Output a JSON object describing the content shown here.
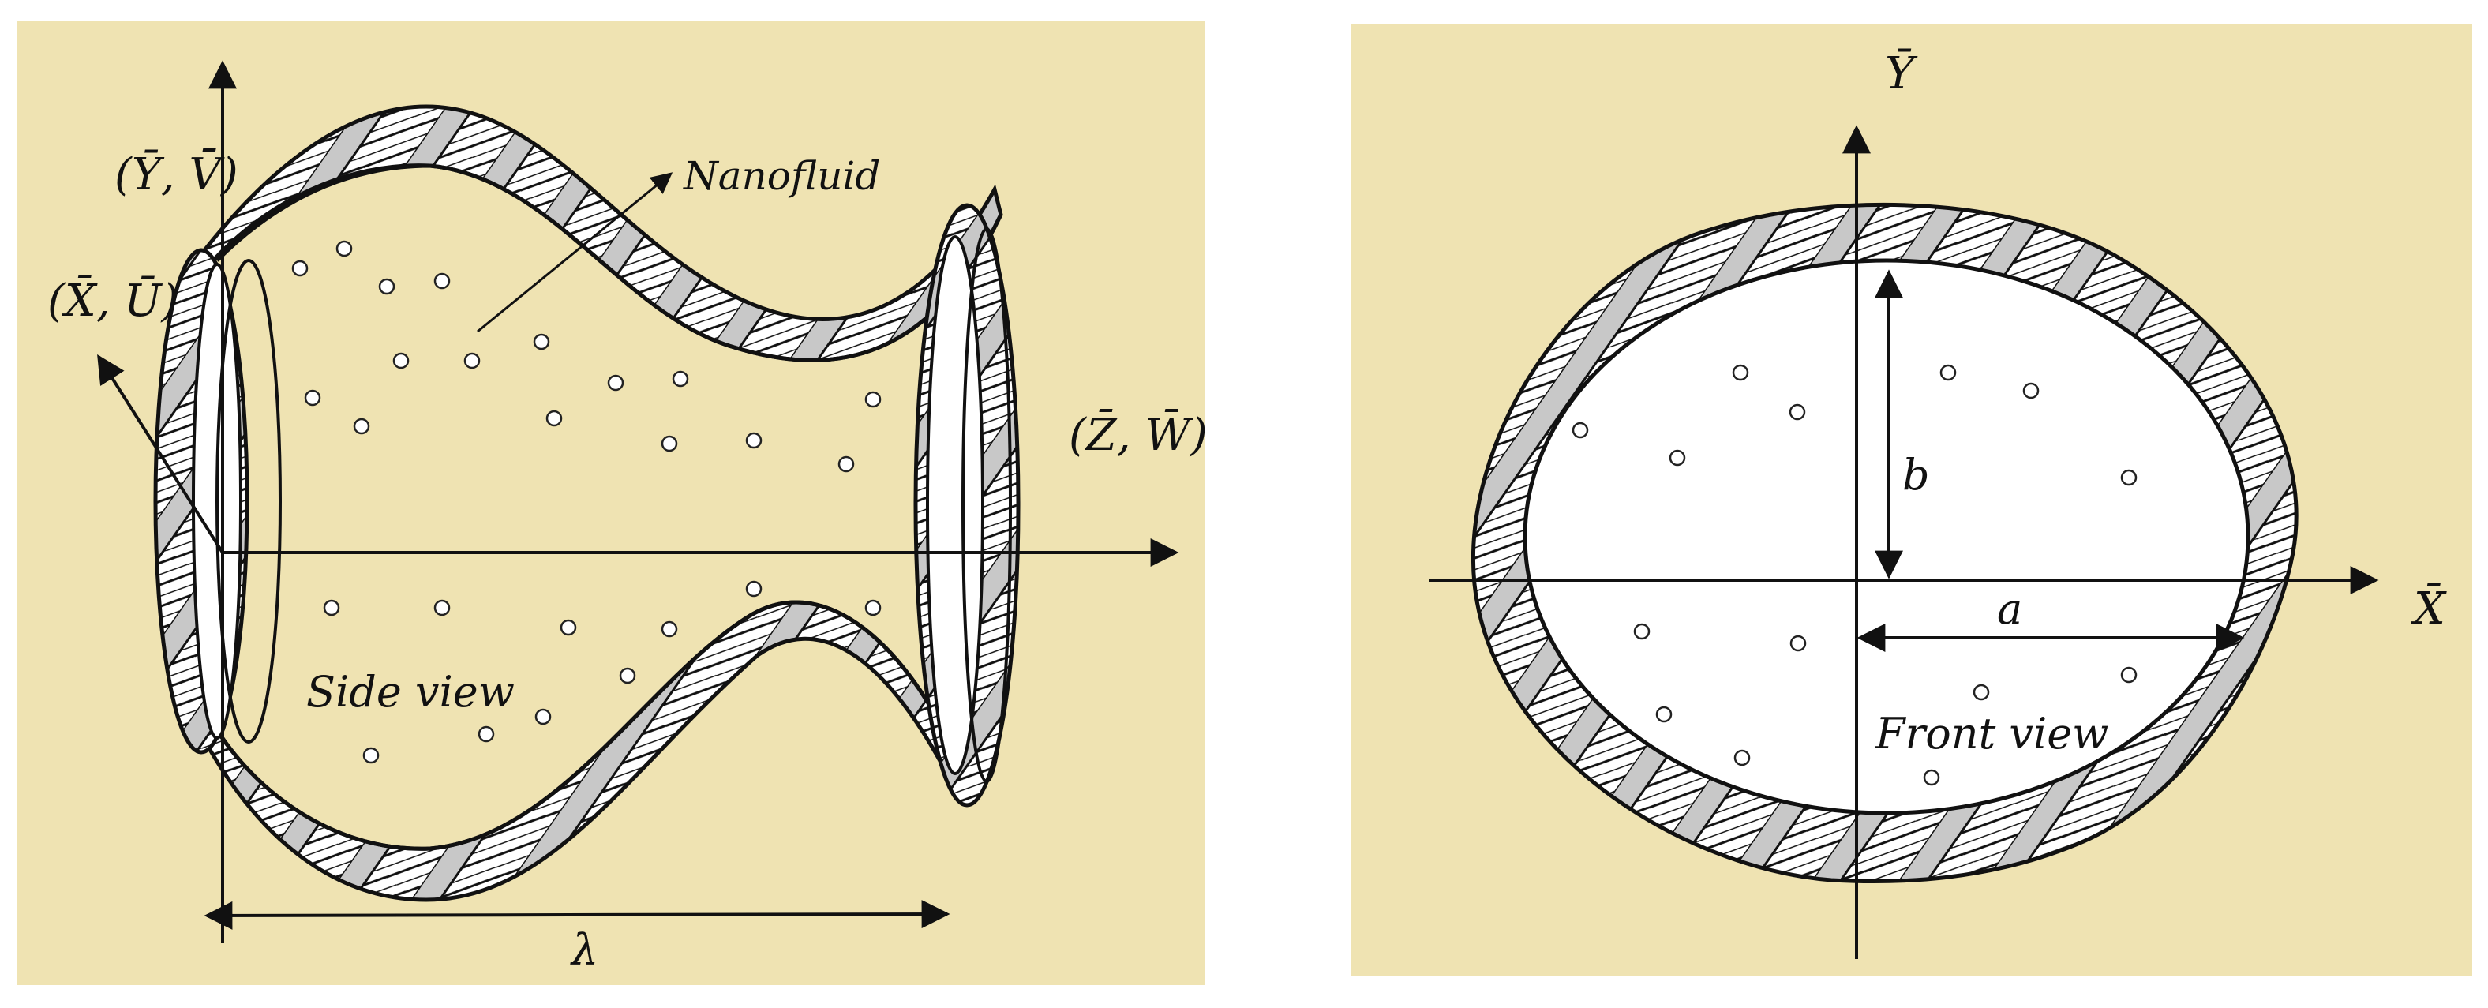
{
  "side_view": {
    "caption": "Side view",
    "nanofluid_label": "Nanofluid",
    "axis_y_label": "(Ȳ, V̄)",
    "axis_x_label": "(X̄, Ū)",
    "axis_z_label": "(Z̄, W̄)",
    "wavelength_label": "λ"
  },
  "front_view": {
    "caption": "Front view",
    "axis_y_label": "Ȳ",
    "axis_x_label": "X̄",
    "semi_major_label": "a",
    "semi_minor_label": "b"
  },
  "colors": {
    "background": "#efe3b2",
    "wall_hatch_shade": "#c8c8c8",
    "stroke": "#111111"
  }
}
